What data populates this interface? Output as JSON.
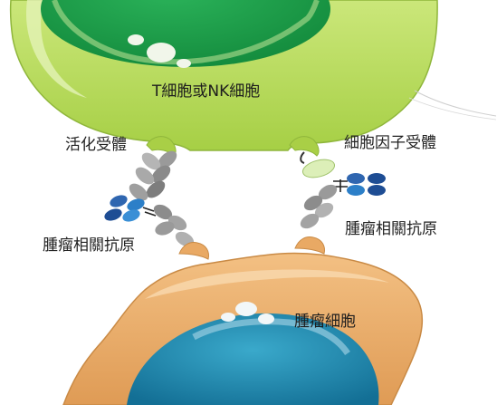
{
  "labels": {
    "t_cell": "T細胞或NK細胞",
    "activating_receptor": "活化受體",
    "cytokine_receptor": "細胞因子受體",
    "tumor_antigen_left": "腫瘤相關抗原",
    "tumor_antigen_right": "腫瘤相關抗原",
    "tumor_cell": "腫瘤細胞"
  },
  "colors": {
    "t_cell_body": "#b5d857",
    "t_cell_nucleus": "#1e9e4a",
    "tumor_body": "#e9a964",
    "tumor_nucleus": "#1b8fb2",
    "receptor_gray": "#8a8a8a",
    "antibody_blue": "#2f66b0"
  }
}
